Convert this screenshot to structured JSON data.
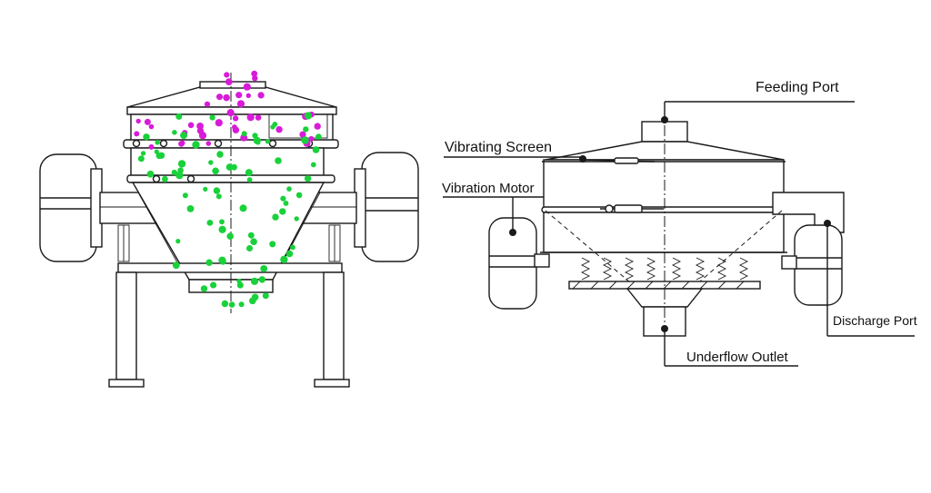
{
  "labels": {
    "feeding_port": "Feeding Port",
    "vibrating_screen": "Vibrating Screen",
    "vibration_motor": "Vibration Motor",
    "discharge_port": "Discharge Port",
    "underflow_outlet": "Underflow Outlet"
  },
  "colors": {
    "line": "#1a1a1a",
    "coarse_particle": "#d81bd8",
    "fine_particle": "#19d13a",
    "background": "#ffffff"
  }
}
